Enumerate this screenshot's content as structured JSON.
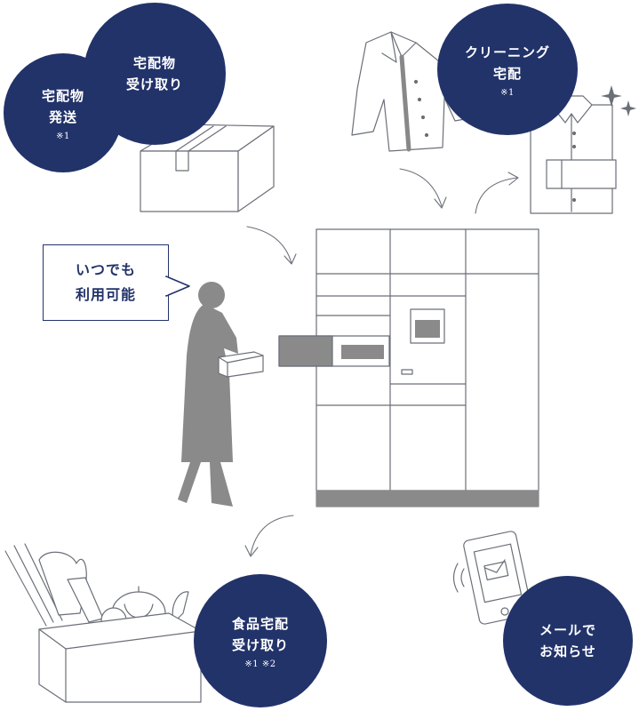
{
  "labels": {
    "receive_parcel": "宅配物\n受け取り",
    "send_parcel": "宅配物\n発送",
    "send_parcel_note": "※1",
    "cleaning": "クリーニング\n宅配",
    "cleaning_note": "※1",
    "anytime": "いつでも\n利用可能",
    "food": "食品宅配\n受け取り",
    "food_note": "※1 ※2",
    "mail": "メールで\nお知らせ"
  },
  "colors": {
    "navy": "#22336a",
    "line": "#6b6f78",
    "silhouette": "#8a8a8a"
  }
}
